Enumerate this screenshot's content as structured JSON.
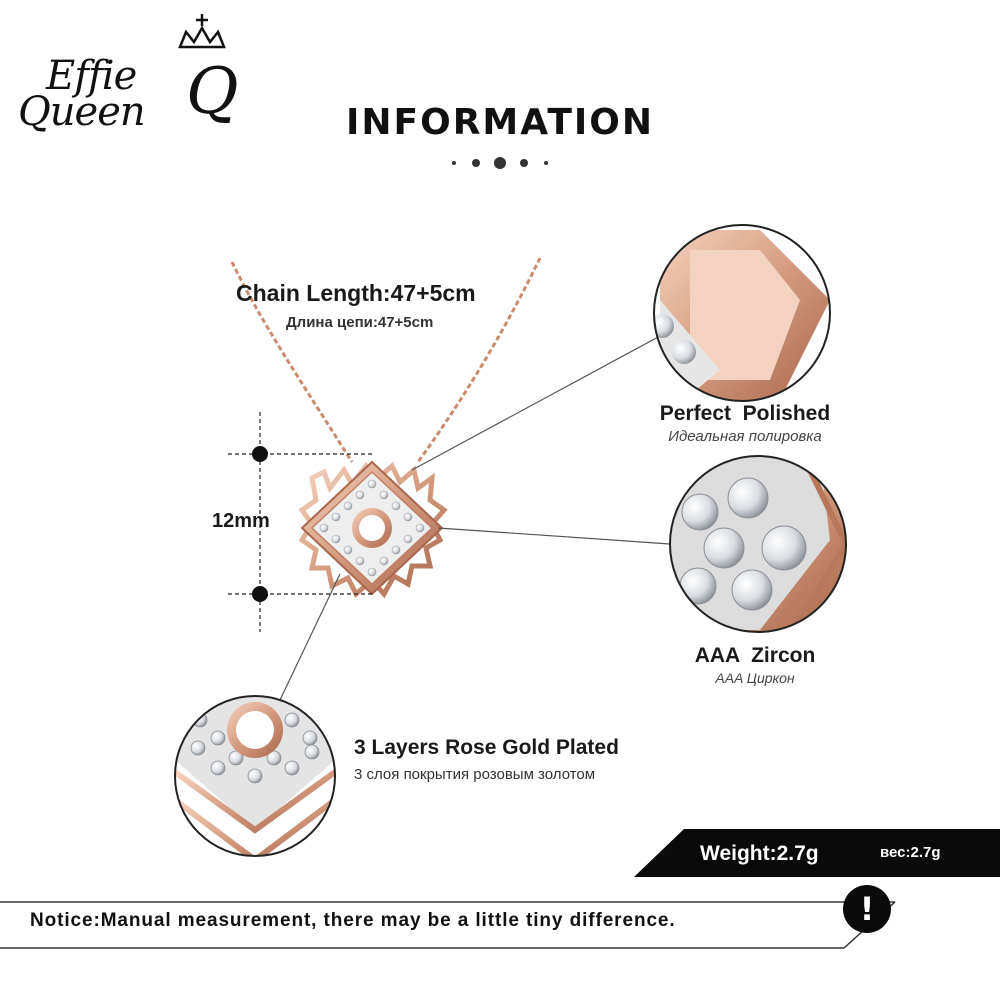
{
  "brand": {
    "line1": "Effie",
    "line2": "Queen",
    "initial": "Q"
  },
  "header": {
    "title": "INFORMATION"
  },
  "chain": {
    "length_en": "Chain Length:47+5cm",
    "length_ru": "Длина цепи:47+5cm"
  },
  "dimension": {
    "label": "12mm"
  },
  "features": [
    {
      "title": "Perfect  Polished",
      "subtitle": "Идеальная полировка"
    },
    {
      "title": "AAA  Zircon",
      "subtitle": "AAA Циркон"
    },
    {
      "title": "3 Layers Rose Gold Plated",
      "subtitle": "3 слоя покрытия розовым золотом"
    }
  ],
  "weight": {
    "en": "Weight:2.7g",
    "ru": "вес:2.7g"
  },
  "notice": {
    "text": "Notice:Manual measurement, there may be a little tiny difference.",
    "icon": "exclamation-icon"
  },
  "colors": {
    "rose_gold": "#d49a7e",
    "rose_gold_dark": "#a8664a",
    "banner_black": "#0a0a0a"
  }
}
